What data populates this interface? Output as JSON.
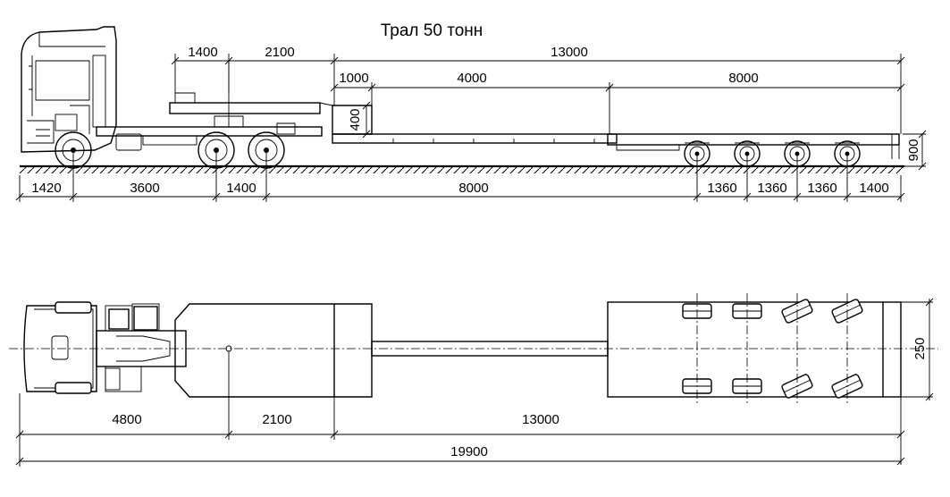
{
  "title": "Трал 50 тонн",
  "side_view": {
    "top_dims": {
      "d1": "1400",
      "d2": "2100",
      "d3": "13000"
    },
    "upper_dims": {
      "d1": "1000",
      "d2": "4000",
      "d3": "8000"
    },
    "step_height": "400",
    "deck_height": "900",
    "bottom_dims": {
      "d1": "1420",
      "d2": "3600",
      "d3": "1400",
      "d4": "8000",
      "d5": "1360",
      "d6": "1360",
      "d7": "1360",
      "d8": "1400"
    }
  },
  "top_view": {
    "width": "250",
    "dims": {
      "d1": "4800",
      "d2": "2100",
      "d3": "13000"
    },
    "overall": "19900"
  }
}
